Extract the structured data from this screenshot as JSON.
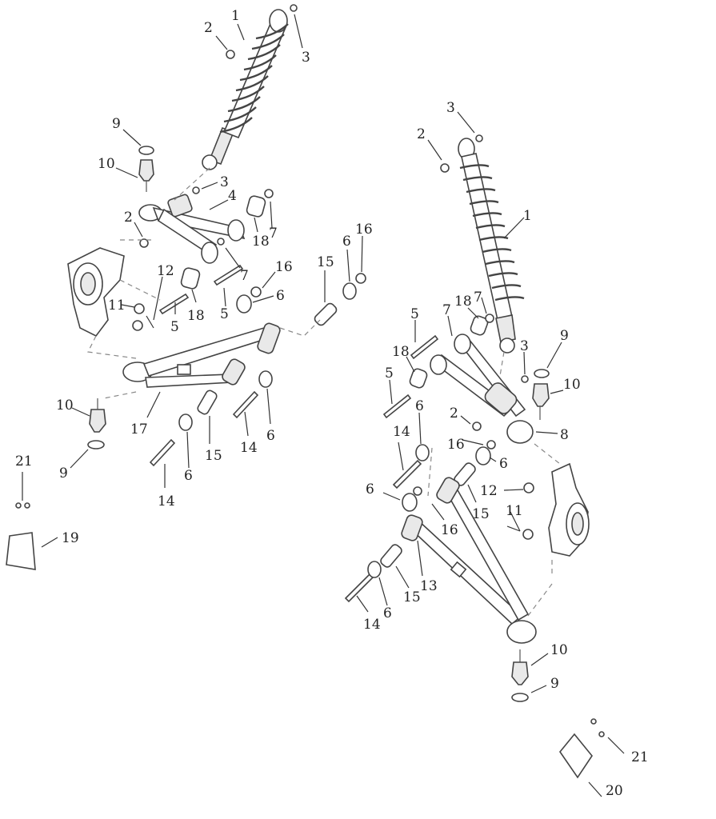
{
  "callouts": {
    "left": {
      "c1": "1",
      "c2a": "2",
      "c3a": "3",
      "c9a": "9",
      "c10a": "10",
      "c3b": "3",
      "c4": "4",
      "c2b": "2",
      "c18a": "18",
      "c7a": "7",
      "c12": "12",
      "c11": "11",
      "c5a": "5",
      "c18b": "18",
      "c5b": "5",
      "c7b": "7",
      "c16a": "16",
      "c6a": "6",
      "c15a": "15",
      "c6b": "6",
      "c16b": "16",
      "c17": "17",
      "c10b": "10",
      "c9b": "9",
      "c14a": "14",
      "c6c": "6",
      "c15b": "15",
      "c14b": "14",
      "c6d": "6",
      "c21": "21",
      "c19": "19"
    },
    "right": {
      "c3a": "3",
      "c2a": "2",
      "c1": "1",
      "c5a": "5",
      "c7": "7",
      "c18a": "18",
      "c7b": "7",
      "c18b": "18",
      "c3b": "3",
      "c9a": "9",
      "c10a": "10",
      "c5b": "5",
      "c6a": "6",
      "c2b": "2",
      "c8": "8",
      "c14a": "14",
      "c16a": "16",
      "c6b": "6",
      "c12": "12",
      "c6c": "6",
      "c15a": "15",
      "c11": "11",
      "c16b": "16",
      "c13": "13",
      "c15b": "15",
      "c6d": "6",
      "c14b": "14",
      "c10b": "10",
      "c9b": "9",
      "c21": "21",
      "c20": "20"
    }
  }
}
